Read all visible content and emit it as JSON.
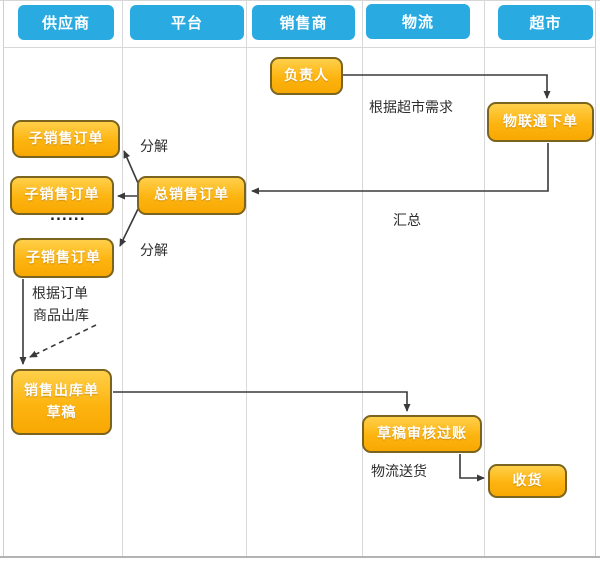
{
  "diagram": {
    "lanes": [
      {
        "label": "供应商"
      },
      {
        "label": "平台"
      },
      {
        "label": "销售商"
      },
      {
        "label": "物流"
      },
      {
        "label": "超市"
      }
    ],
    "nodes": {
      "owner": "负责人",
      "iot_order": "物联通下单",
      "sub_order_1": "子销售订单",
      "sub_order_2": "子销售订单",
      "sub_order_3": "子销售订单",
      "total_order": "总销售订单",
      "ellipsis": "......",
      "outbound_line1": "销售出库单",
      "outbound_line2": "草稿",
      "draft_post": "草稿审核过账",
      "receive": "收货"
    },
    "labels": {
      "per_market_demand": "根据超市需求",
      "summarize": "汇总",
      "decompose_1": "分解",
      "decompose_2": "分解",
      "per_order": "根据订单",
      "goods_outbound": "商品出库",
      "logistics_delivery": "物流送货"
    },
    "colors": {
      "lane_header_blue": "#29abe2",
      "node_orange": "#fdb410",
      "node_border": "#7a6420",
      "arrow": "#3a3a3a",
      "grid_line": "#d8d8d8"
    }
  }
}
